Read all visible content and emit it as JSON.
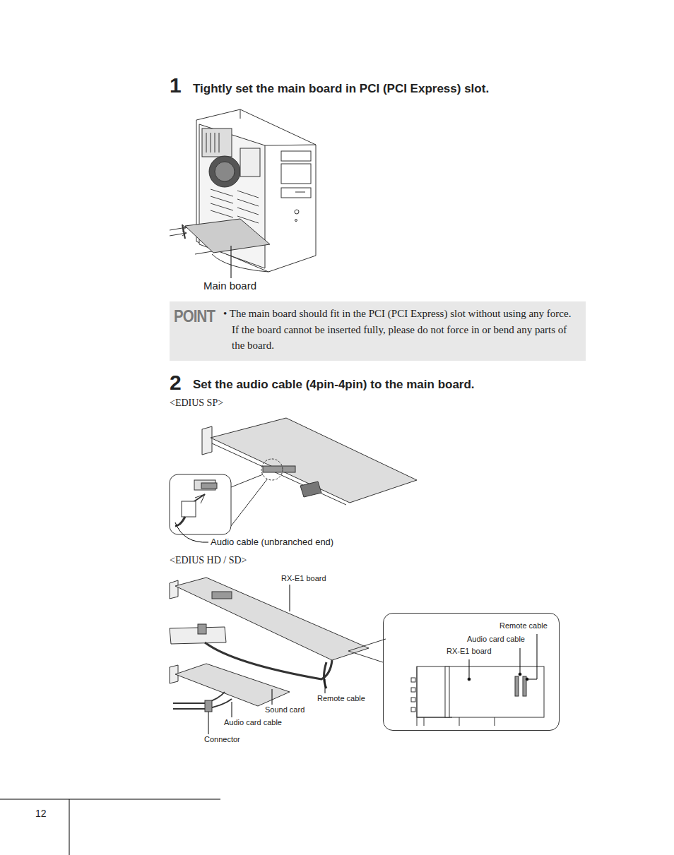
{
  "diagram": {
    "nodes": [
      {
        "text": [
          "POINT",
          "• The main board should fit in the PCI (PCI Express) slot without using any force. If the board cannot be inserted fully, please do not force in or bend any parts of the board."
        ]
      },
      {
        "text": [
          "Remote cable",
          "Audio card cable",
          "RX-E1 board"
        ]
      }
    ],
    "labels": [
      "1",
      "Tightly set the main board in PCI (PCI Express) slot.",
      "Main board",
      "2",
      "Set the audio cable (4pin-4pin) to the main board.",
      "<EDIUS SP>",
      "Audio cable (unbranched end)",
      "<EDIUS HD / SD>",
      "RX-E1 board",
      "Remote cable",
      "Sound card",
      "Audio card cable",
      "Connector",
      "12"
    ]
  }
}
